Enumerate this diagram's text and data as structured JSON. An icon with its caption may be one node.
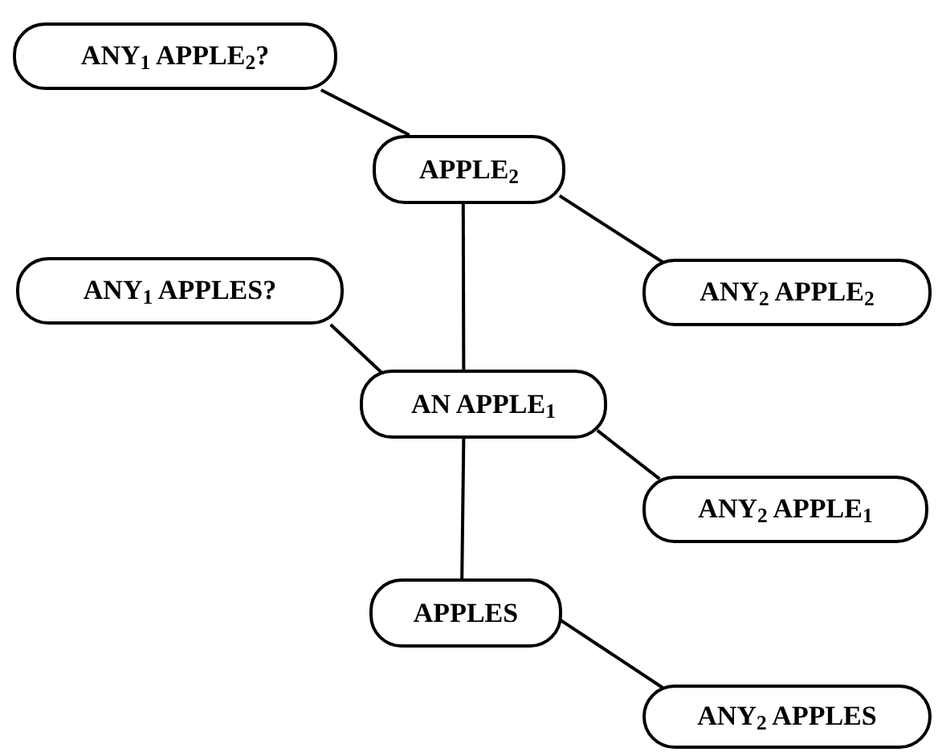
{
  "diagram": {
    "nodes": [
      {
        "text": [
          "ANY$_{1}$ APPLE$_{2}$?"
        ]
      },
      {
        "text": [
          "APPLE$_{2}$"
        ]
      },
      {
        "text": [
          "ANY$_{2}$ APPLE$_{2}$"
        ]
      },
      {
        "text": [
          "ANY$_{1}$ APPLES?"
        ]
      },
      {
        "text": [
          "AN APPLE$_{1}$"
        ]
      },
      {
        "text": [
          "ANY$_{2}$ APPLE$_{1}$"
        ]
      },
      {
        "text": [
          "APPLES"
        ]
      },
      {
        "text": [
          "ANY$_{2}$ APPLES"
        ]
      }
    ],
    "edges": [
      {
        "from": 0,
        "to": 1,
        "arrow": "none"
      },
      {
        "from": 1,
        "to": 2,
        "arrow": "none"
      },
      {
        "from": 1,
        "to": 4,
        "arrow": "none"
      },
      {
        "from": 3,
        "to": 4,
        "arrow": "none"
      },
      {
        "from": 4,
        "to": 5,
        "arrow": "none"
      },
      {
        "from": 4,
        "to": 6,
        "arrow": "none"
      },
      {
        "from": 6,
        "to": 7,
        "arrow": "none"
      }
    ]
  }
}
